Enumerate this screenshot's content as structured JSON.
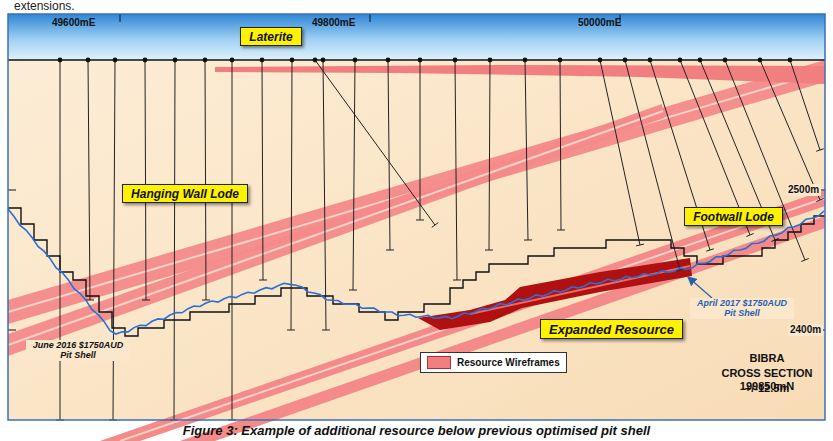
{
  "diagram": {
    "caption": "Figure 3: Example of additional resource below previous optimised pit shell",
    "nodes": [
      {
        "text": [
          "Laterite"
        ]
      },
      {
        "text": [
          "Hanging Wall Lode"
        ]
      },
      {
        "text": [
          "Footwall Lode"
        ]
      },
      {
        "text": [
          "Expanded Resource"
        ]
      }
    ],
    "labels": [
      "extensions.",
      "49600mE",
      "49800mE",
      "50000mE",
      "2500m",
      "2400m",
      "June 2016 $1750AUD Pit Shell",
      "April 2017 $1750AUD Pit Shell",
      "BIBRA",
      "CROSS SECTION 199850mN",
      "+/-12.5m"
    ],
    "legend": [
      {
        "text": "Resource Wireframes",
        "color": "#f27f7f"
      }
    ]
  }
}
